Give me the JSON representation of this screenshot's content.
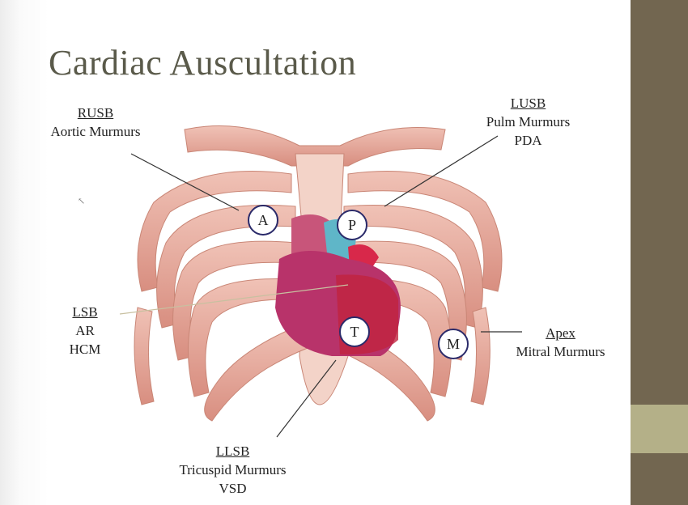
{
  "slide": {
    "title": "Cardiac Auscultation",
    "labels": {
      "rusb": {
        "heading": "RUSB",
        "lines": [
          "Aortic Murmurs"
        ]
      },
      "lusb": {
        "heading": "LUSB",
        "lines": [
          "Pulm Murmurs",
          "PDA"
        ]
      },
      "lsb": {
        "heading": "LSB",
        "lines": [
          "AR",
          "HCM"
        ]
      },
      "apex": {
        "heading": "Apex",
        "lines": [
          "Mitral Murmurs"
        ]
      },
      "llsb": {
        "heading": "LLSB",
        "lines": [
          "Tricuspid Murmurs",
          "VSD"
        ]
      }
    },
    "markers": {
      "aortic": "A",
      "pulmonic": "P",
      "tricuspid": "T",
      "mitral": "M"
    }
  },
  "colors": {
    "sidebar": "#726650",
    "sidebar_accent": "#b4b088",
    "title": "#5a5a4a",
    "rib": "#e3a89c",
    "heart": "#b8336a",
    "marker_border": "#2a2a6a"
  }
}
